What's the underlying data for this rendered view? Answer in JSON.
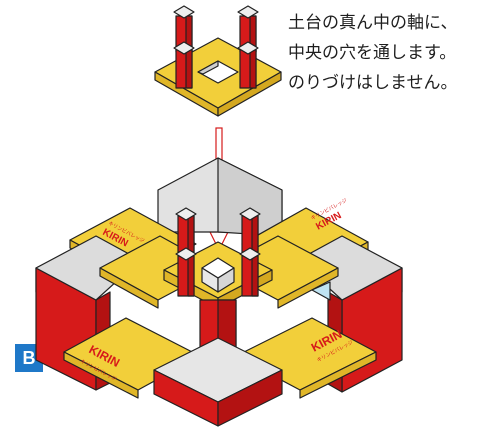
{
  "instructions": {
    "lines": [
      "土台の真ん中の軸に、",
      "中央の穴を通します。",
      "のりづけはしません。"
    ]
  },
  "step_badge": {
    "label": "B",
    "color": "#1f78c8"
  },
  "brand": {
    "logo_text": "KIRIN",
    "sub_text": "キリンビバレッジ"
  },
  "colors": {
    "yellow": "#f2cf3a",
    "yellow_dark": "#e0b628",
    "red": "#d61a1a",
    "red_dark": "#b31212",
    "gray": "#c9c9c9",
    "gray_light": "#e6e6e6",
    "outline": "#222222"
  }
}
